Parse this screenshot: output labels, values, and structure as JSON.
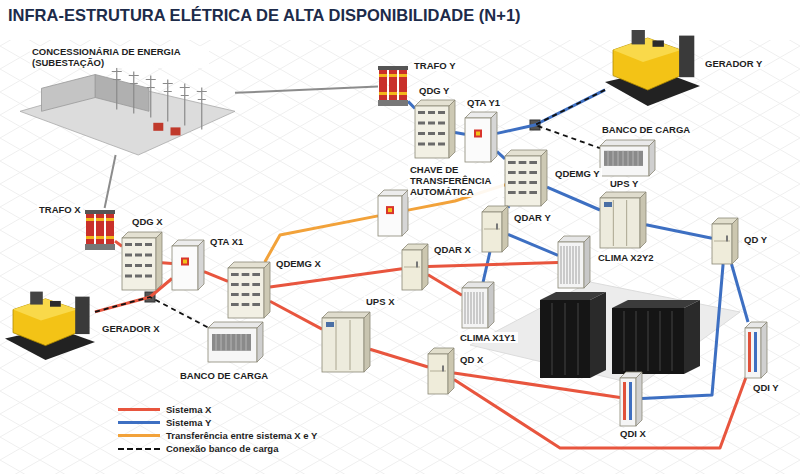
{
  "diagram": {
    "title": "INFRA-ESTRUTURA ELÉTRICA DE ALTA DISPONIBILIDADE (N+1)",
    "nodes": [
      {
        "text": [
          "CONCESSIONÁRIA DE ENERGIA (SUBESTAÇÃO)"
        ]
      },
      {
        "text": [
          "TRAFO Y"
        ]
      },
      {
        "text": [
          "GERADOR Y"
        ]
      },
      {
        "text": [
          "QDG Y"
        ]
      },
      {
        "text": [
          "QTA Y1"
        ]
      },
      {
        "text": [
          "BANCO DE CARGA"
        ]
      },
      {
        "text": [
          "QDEMG Y"
        ]
      },
      {
        "text": [
          "CHAVE DE TRANSFERÊNCIA AUTOMÁTICA"
        ]
      },
      {
        "text": [
          "UPS Y"
        ]
      },
      {
        "text": [
          "QDAR Y"
        ]
      },
      {
        "text": [
          "TRAFO X"
        ]
      },
      {
        "text": [
          "QDG X"
        ]
      },
      {
        "text": [
          "QTA X1"
        ]
      },
      {
        "text": [
          "QDAR X"
        ]
      },
      {
        "text": [
          "QDEMG X"
        ]
      },
      {
        "text": [
          "CLIMA X2Y2"
        ]
      },
      {
        "text": [
          "QD Y"
        ]
      },
      {
        "text": [
          "GERADOR X"
        ]
      },
      {
        "text": [
          "CLIMA X1Y1"
        ]
      },
      {
        "text": [
          "UPS X"
        ]
      },
      {
        "text": [
          "BANCO DE CARGA"
        ]
      },
      {
        "text": [
          "QD X"
        ]
      },
      {
        "text": [
          "QDI Y"
        ]
      },
      {
        "text": [
          "QDI X"
        ]
      }
    ],
    "edges": [
      {
        "from": 0,
        "to": 1,
        "arrow": "none"
      },
      {
        "from": 0,
        "to": 10,
        "arrow": "none"
      },
      {
        "from": 1,
        "to": 3,
        "arrow": "none"
      },
      {
        "from": 3,
        "to": 4,
        "arrow": "none"
      },
      {
        "from": 2,
        "to": 4,
        "arrow": "none"
      },
      {
        "from": 2,
        "to": 5,
        "arrow": "none"
      },
      {
        "from": 4,
        "to": 6,
        "arrow": "none"
      },
      {
        "from": 6,
        "to": 8,
        "arrow": "none"
      },
      {
        "from": 6,
        "to": 9,
        "arrow": "none"
      },
      {
        "from": 9,
        "to": 15,
        "arrow": "none"
      },
      {
        "from": 9,
        "to": 18,
        "arrow": "none"
      },
      {
        "from": 8,
        "to": 16,
        "arrow": "none"
      },
      {
        "from": 16,
        "to": 22,
        "arrow": "none"
      },
      {
        "from": 16,
        "to": 23,
        "arrow": "none"
      },
      {
        "from": 10,
        "to": 11,
        "arrow": "none"
      },
      {
        "from": 11,
        "to": 12,
        "arrow": "none"
      },
      {
        "from": 17,
        "to": 12,
        "arrow": "none"
      },
      {
        "from": 17,
        "to": 20,
        "arrow": "none"
      },
      {
        "from": 12,
        "to": 14,
        "arrow": "none"
      },
      {
        "from": 14,
        "to": 19,
        "arrow": "none"
      },
      {
        "from": 14,
        "to": 13,
        "arrow": "none"
      },
      {
        "from": 13,
        "to": 18,
        "arrow": "none"
      },
      {
        "from": 13,
        "to": 15,
        "arrow": "none"
      },
      {
        "from": 19,
        "to": 21,
        "arrow": "none"
      },
      {
        "from": 21,
        "to": 23,
        "arrow": "none"
      },
      {
        "from": 21,
        "to": 22,
        "arrow": "none"
      },
      {
        "from": 14,
        "to": 7,
        "arrow": "none"
      },
      {
        "from": 7,
        "to": 6,
        "arrow": "none"
      }
    ],
    "legend": [
      {
        "text": "Sistema X",
        "color": "#e8553e"
      },
      {
        "text": "Sistema Y",
        "color": "#3d6fc2"
      },
      {
        "text": "Transferência entre sistema X e Y",
        "color": "#f2a23a"
      },
      {
        "text": "Conexão banco de carga"
      }
    ]
  }
}
